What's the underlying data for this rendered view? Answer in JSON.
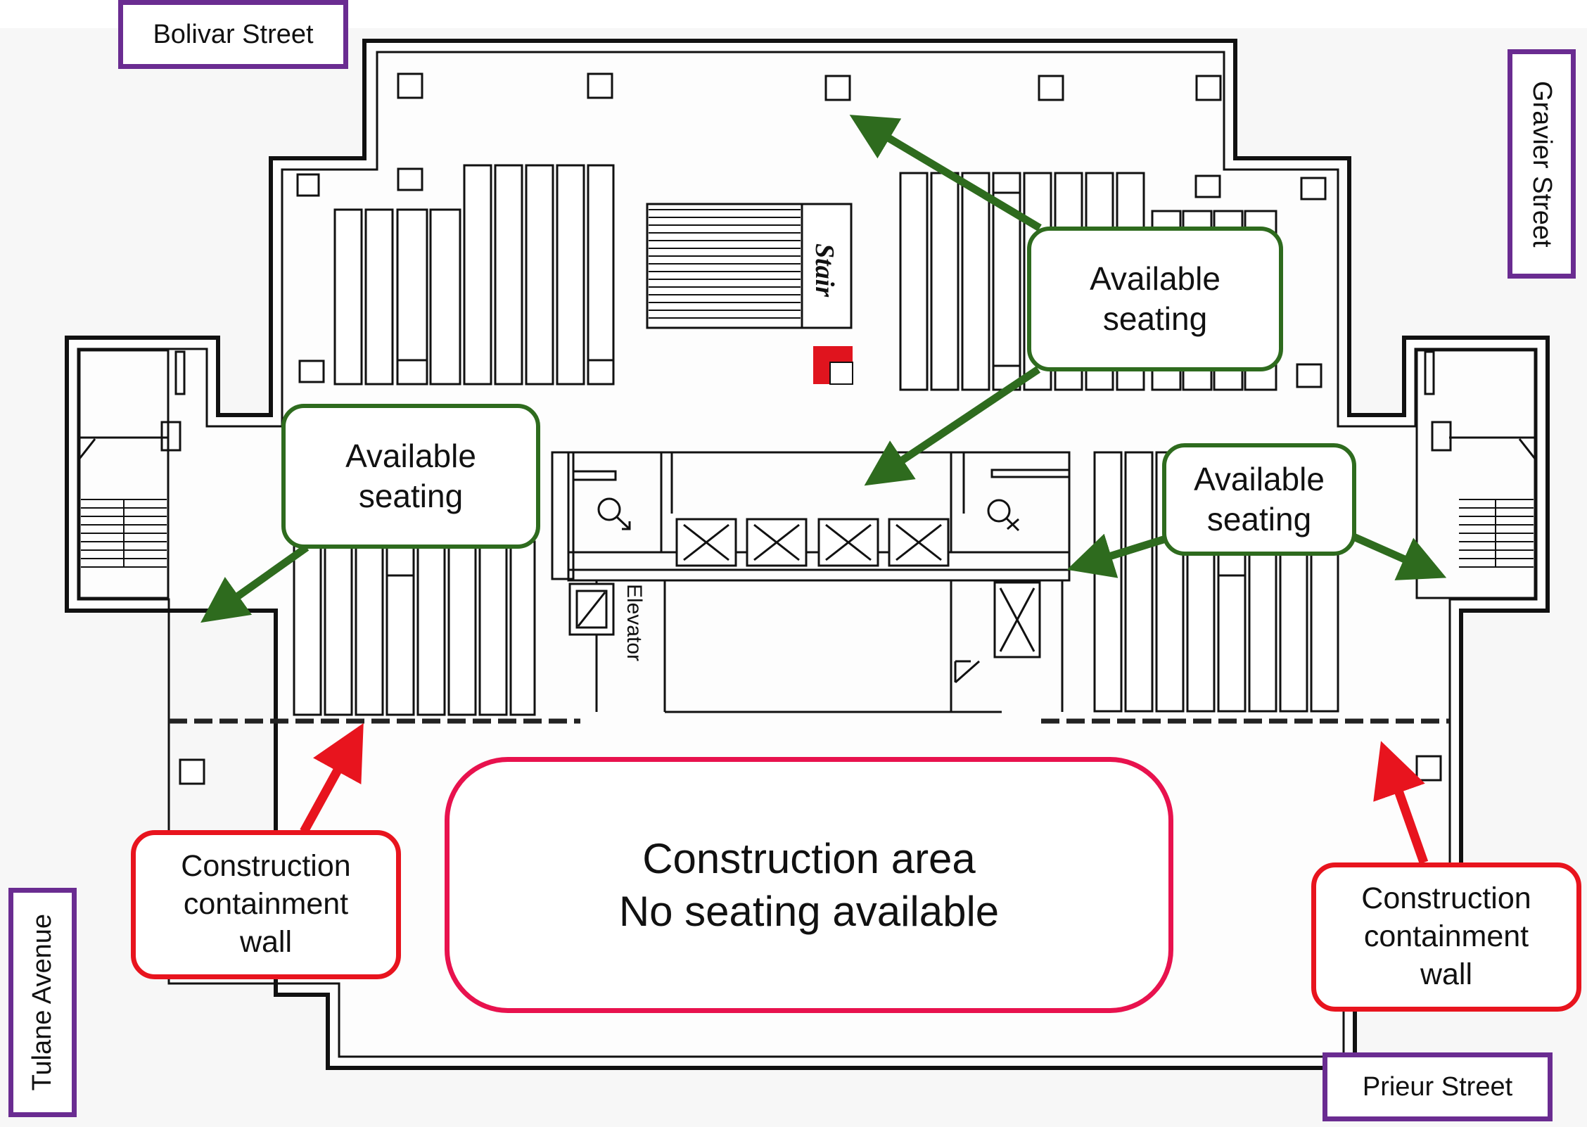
{
  "streets": {
    "north": "Bolivar Street",
    "east": "Gravier Street",
    "south": "Prieur Street",
    "west": "Tulane Avenue"
  },
  "callouts": {
    "seating_top_right": [
      "Available",
      "seating"
    ],
    "seating_left": [
      "Available",
      "seating"
    ],
    "seating_right": [
      "Available",
      "seating"
    ],
    "wall_left": [
      "Construction",
      "containment",
      "wall"
    ],
    "wall_right": [
      "Construction",
      "containment",
      "wall"
    ],
    "construction_area": [
      "Construction area",
      "No seating available"
    ]
  },
  "plan_labels": {
    "stair": "Stair",
    "elevator": "Elevator"
  },
  "colors": {
    "street_border": "#6a2c91",
    "seating_border": "#2e6b1e",
    "seating_arrow": "#2e6b1e",
    "wall_border": "#e8141e",
    "wall_arrow": "#e8141e",
    "construction_border": "#e8124e",
    "marker": "#e0141e"
  },
  "icons": [
    "male-restroom-icon",
    "female-restroom-icon",
    "elevator-icon"
  ]
}
